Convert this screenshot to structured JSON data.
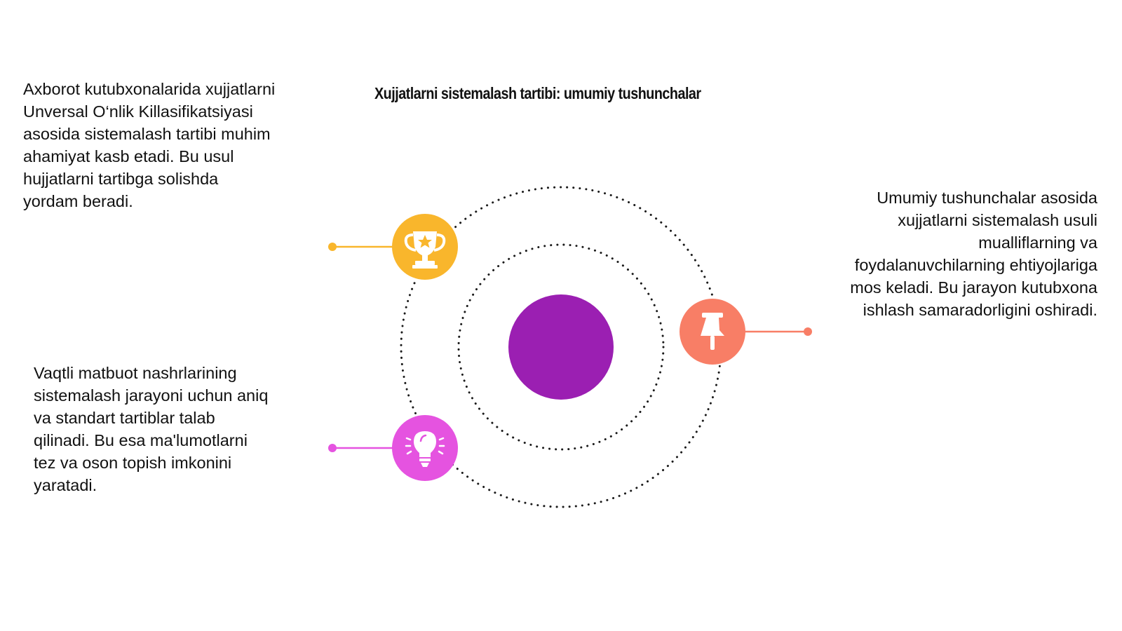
{
  "title": "Xujjatlarni sistemalash tartibi: umumiy tushunchalar",
  "items": [
    {
      "icon": "trophy-icon",
      "color": "#F9B62C",
      "text": "Axborot kutubxonalarida xujjatlarni\nUnversal O‘nlik Killasifikatsiyasi\nasosida sistemalash tartibi muhim\nahamiyat kasb etadi. Bu usul\nhujjatlarni tartibga solishda\nyordam beradi."
    },
    {
      "icon": "pushpin-icon",
      "color": "#F87E66",
      "text": "Umumiy tushunchalar asosida\nxujjatlarni sistemalash usuli\nmualliflarning va\nfoydalanuvchilarning ehtiyojlariga\nmos keladi. Bu jarayon kutubxona\nishlash samaradorligini oshiradi."
    },
    {
      "icon": "lightbulb-icon",
      "color": "#E553E0",
      "text": "Vaqtli matbuot nashrlarining\nsistemalash jarayoni uchun aniq\nva standart tartiblar talab\nqilinadi. Bu esa ma'lumotlarni\ntez va oson topish imkonini\nyaratadi."
    }
  ],
  "center_color": "#9B1FB2"
}
